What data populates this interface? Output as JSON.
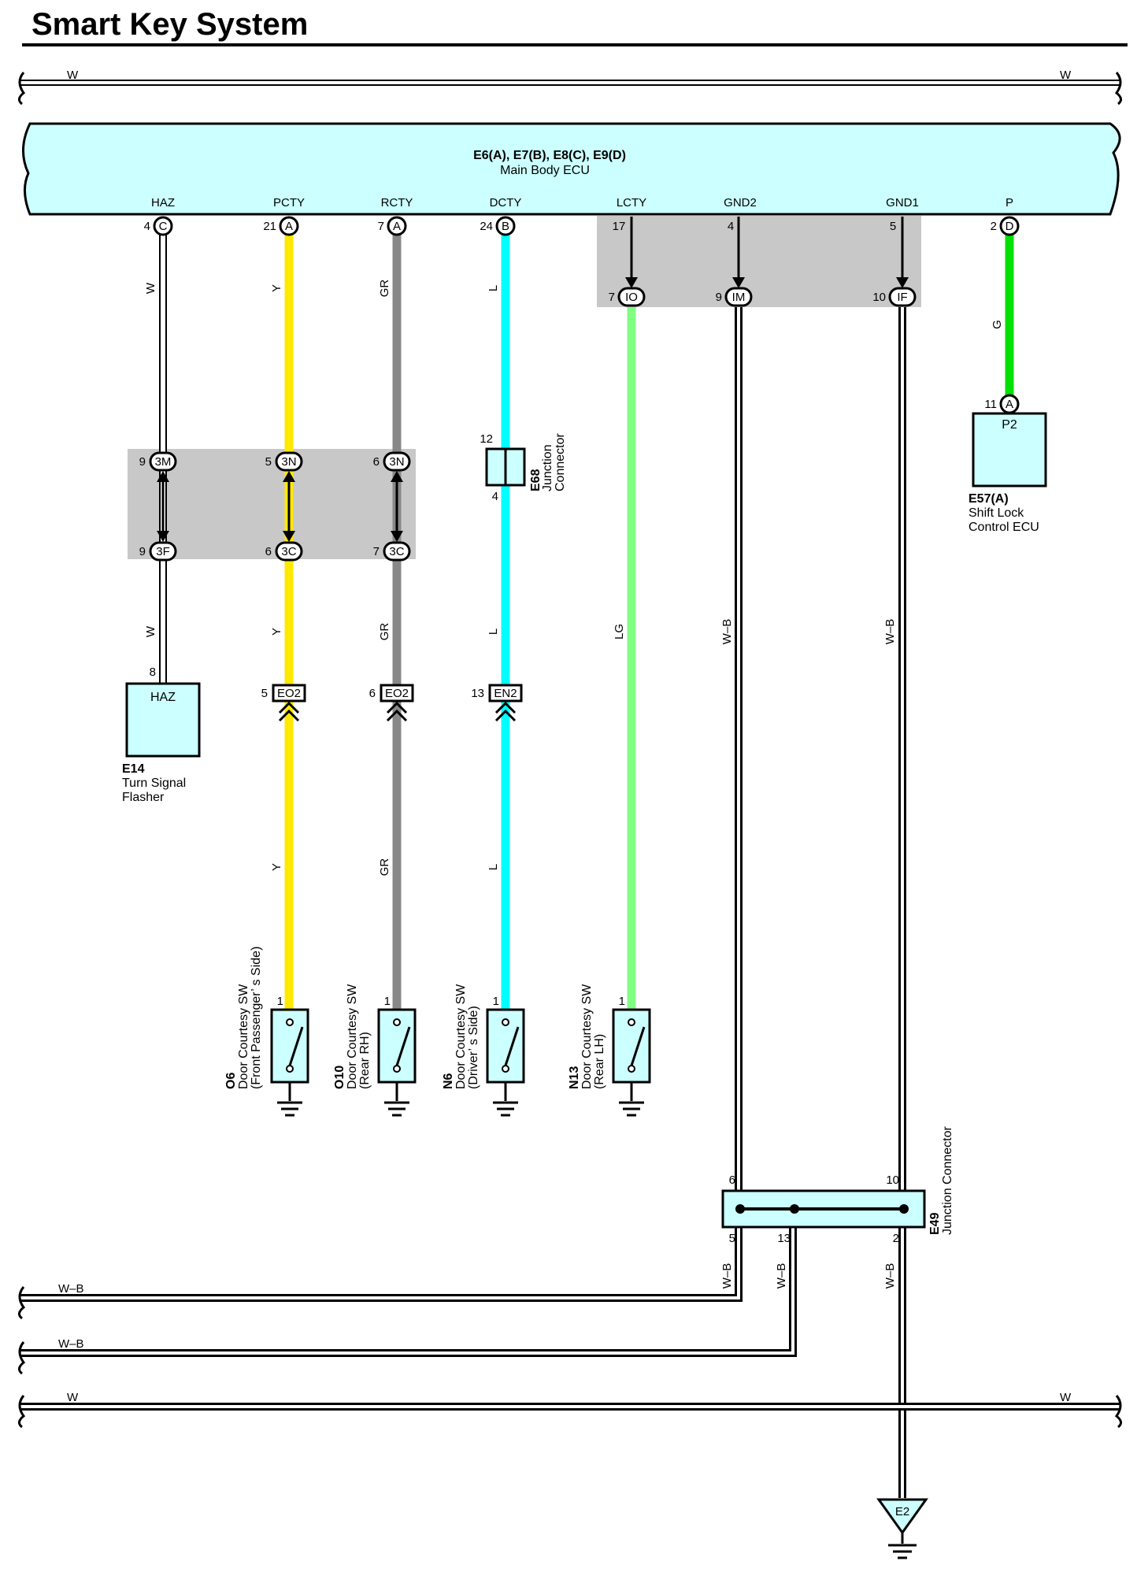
{
  "title": "Smart Key System",
  "ecu": {
    "connectors": "E6(A), E7(B), E8(C), E9(D)",
    "name": "Main Body ECU",
    "fill": "#ccffff",
    "terminals": [
      {
        "label": "HAZ",
        "pin": "4",
        "conn": "C"
      },
      {
        "label": "PCTY",
        "pin": "21",
        "conn": "A"
      },
      {
        "label": "RCTY",
        "pin": "7",
        "conn": "A"
      },
      {
        "label": "DCTY",
        "pin": "24",
        "conn": "B"
      },
      {
        "label": "LCTY",
        "pin": "17"
      },
      {
        "label": "GND2",
        "pin": "4"
      },
      {
        "label": "GND1",
        "pin": "5"
      },
      {
        "label": "P",
        "pin": "2",
        "conn": "D"
      }
    ]
  },
  "internal_conn": [
    {
      "pin": "7",
      "code": "IO"
    },
    {
      "pin": "9",
      "code": "IM"
    },
    {
      "pin": "10",
      "code": "IF"
    }
  ],
  "junction_block": {
    "top": [
      {
        "pin": "9",
        "code": "3M"
      },
      {
        "pin": "5",
        "code": "3N"
      },
      {
        "pin": "6",
        "code": "3N"
      }
    ],
    "bottom": [
      {
        "pin": "9",
        "code": "3F"
      },
      {
        "pin": "6",
        "code": "3C"
      },
      {
        "pin": "7",
        "code": "3C"
      }
    ]
  },
  "inline_conn": [
    {
      "pin": "5",
      "code": "EO2"
    },
    {
      "pin": "6",
      "code": "EO2"
    },
    {
      "pin": "13",
      "code": "EN2"
    }
  ],
  "wire_colors": {
    "W": "#ffffff",
    "Y": "#ffe800",
    "GR": "#888888",
    "L": "#00ffff",
    "LG": "#80ff80",
    "G": "#00e000",
    "W-B": "#ffffff"
  },
  "wire_labels": {
    "haz": "W",
    "pcty": "Y",
    "rcty": "GR",
    "dcty": "L",
    "lcty": "LG",
    "gnd": "W–B",
    "p": "G",
    "bus_w": "W",
    "bus_wb": "W–B"
  },
  "e68": {
    "id": "E68",
    "name_1": "Junction",
    "name_2": "Connector",
    "pin_top": "12",
    "pin_bottom": "4"
  },
  "e57": {
    "id": "E57(A)",
    "name_1": "Shift Lock",
    "name_2": "Control ECU",
    "inner": "P2",
    "pin": "11",
    "conn": "A"
  },
  "e14": {
    "id": "E14",
    "name_1": "Turn Signal",
    "name_2": "Flasher",
    "inner": "HAZ",
    "pin": "8"
  },
  "switches": [
    {
      "id": "O6",
      "name_1": "Door Courtesy SW",
      "name_2": "(Front Passenger’ s Side)",
      "pin": "1"
    },
    {
      "id": "O10",
      "name_1": "Door Courtesy SW",
      "name_2": "(Rear RH)",
      "pin": "1"
    },
    {
      "id": "N6",
      "name_1": "Door Courtesy SW",
      "name_2": "(Driver’ s Side)",
      "pin": "1"
    },
    {
      "id": "N13",
      "name_1": "Door Courtesy SW",
      "name_2": "(Rear LH)",
      "pin": "1"
    }
  ],
  "e49": {
    "id": "E49",
    "name": "Junction Connector",
    "pin_in_1": "6",
    "pin_in_2": "10",
    "pin_out_1": "5",
    "pin_out_2": "13",
    "pin_out_3": "2"
  },
  "ground": {
    "id": "E2"
  }
}
